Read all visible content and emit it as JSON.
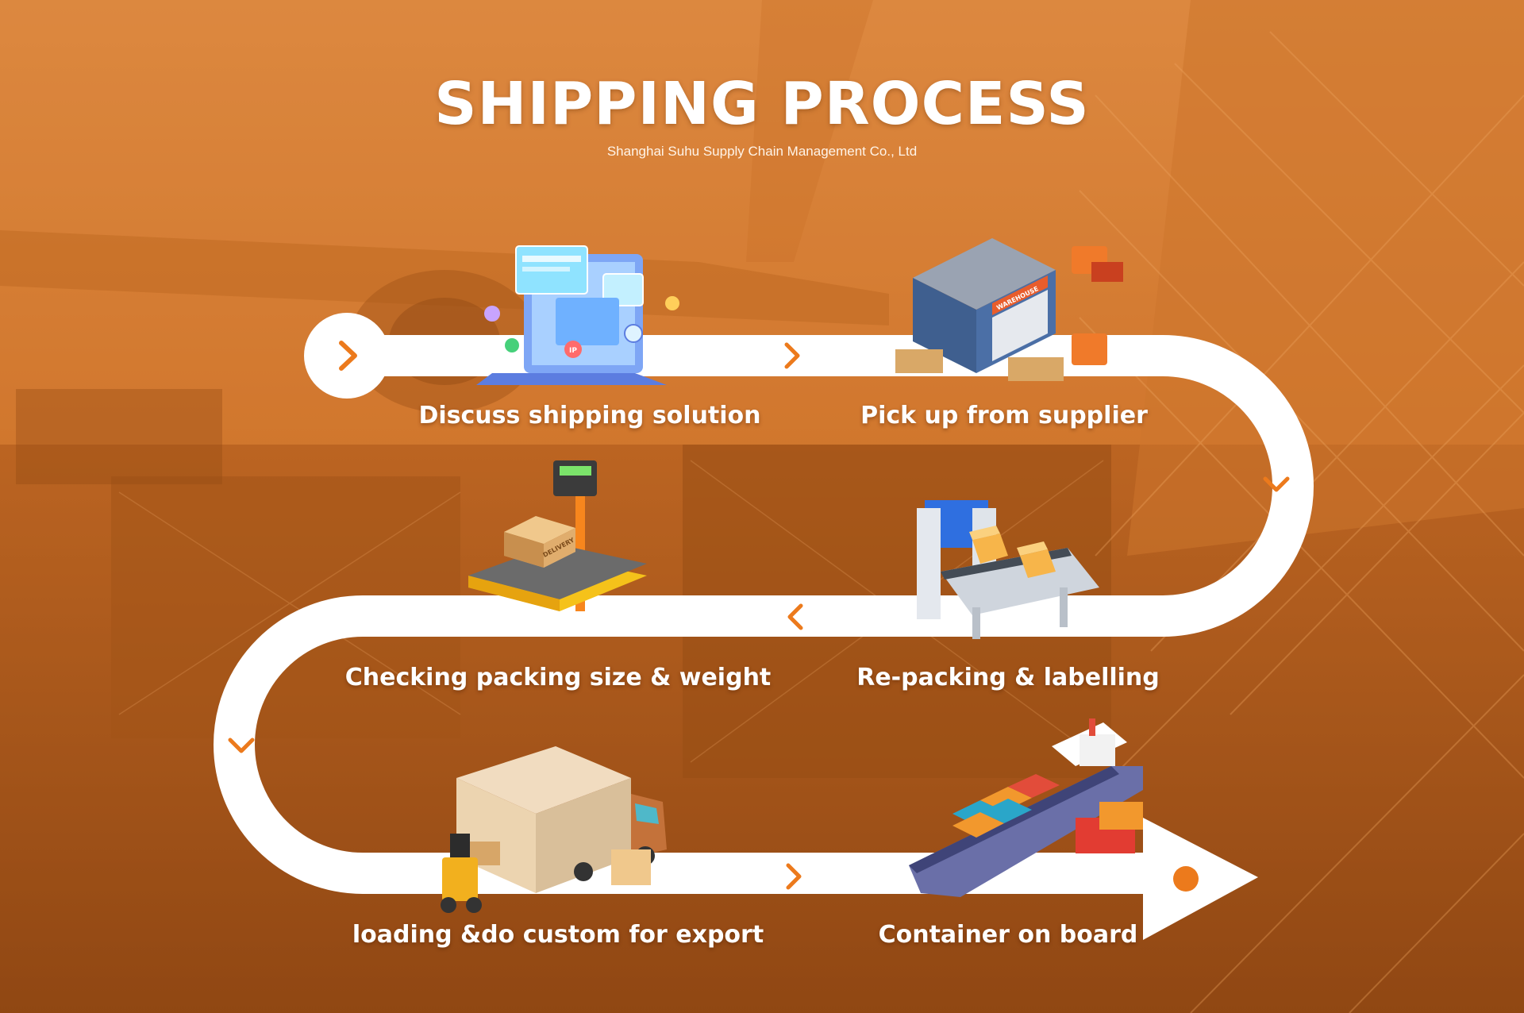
{
  "header": {
    "title": "SHIPPING PROCESS",
    "subtitle": "Shanghai Suhu Supply Chain Management Co., Ltd"
  },
  "steps": [
    {
      "label": "Discuss shipping solution",
      "icon": "laptop-online-icon"
    },
    {
      "label": "Pick up from supplier",
      "icon": "warehouse-icon"
    },
    {
      "label": "Re-packing & labelling",
      "icon": "conveyor-packing-icon"
    },
    {
      "label": "Checking packing size & weight",
      "icon": "weighing-scale-icon"
    },
    {
      "label": "loading &do custom for export",
      "icon": "truck-forklift-icon"
    },
    {
      "label": "Container on board",
      "icon": "container-ship-icon"
    }
  ],
  "illustration_text": {
    "warehouse_sign": "WAREHOUSE",
    "box_label": "DELIVERY",
    "ip_badge": "IP"
  },
  "colors": {
    "accent": "#ec7a1c",
    "path": "#ffffff",
    "overlay": "#e8842e"
  }
}
